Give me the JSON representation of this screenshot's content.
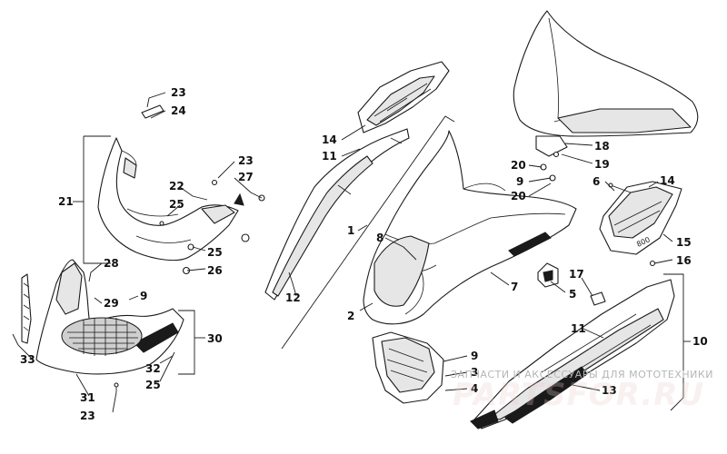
{
  "diagram": {
    "callouts": {
      "c23a": "23",
      "c24": "24",
      "c21": "21",
      "c22": "22",
      "c25a": "25",
      "c23b": "23",
      "c27": "27",
      "c25b": "25",
      "c26": "26",
      "c28": "28",
      "c29": "29",
      "c9a": "9",
      "c33": "33",
      "c30": "30",
      "c32": "32",
      "c25c": "25",
      "c31": "31",
      "c23c": "23",
      "c14a": "14",
      "c11a": "11",
      "c12": "12",
      "c1": "1",
      "c8": "8",
      "c2": "2",
      "c7": "7",
      "c18": "18",
      "c20a": "20",
      "c9b": "9",
      "c20b": "20",
      "c19": "19",
      "c6": "6",
      "c14b": "14",
      "c15": "15",
      "c16": "16",
      "c17": "17",
      "c5": "5",
      "c11b": "11",
      "c10": "10",
      "c9c": "9",
      "c3": "3",
      "c4": "4",
      "c13": "13"
    },
    "hood_decal_text": "800"
  },
  "watermark": {
    "caption": "ЗАПЧАСТИ И АКСЕССУАРЫ ДЛЯ МОТОТЕХНИКИ",
    "logo": "PARTSFOR.RU",
    "color": "#c0392b"
  }
}
